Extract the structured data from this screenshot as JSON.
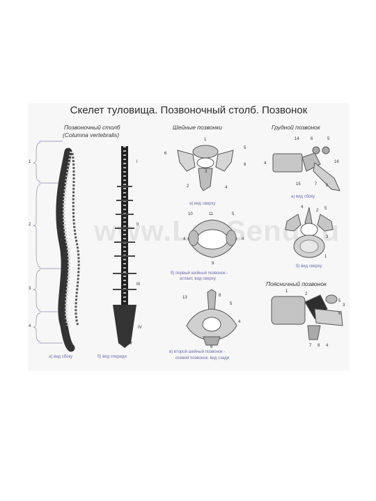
{
  "title": "Скелет туловища. Позвоночный столб. Позвонок",
  "sections": {
    "column": {
      "heading": "Позвоночный столб",
      "latin": "(Columna vertebralis)"
    },
    "cervical": {
      "heading": "Шейные позвонки"
    },
    "thoracic": {
      "heading": "Грудной позвонок"
    },
    "lumbar": {
      "heading": "Поясничный позвонок"
    }
  },
  "captions": {
    "side_view": "а) вид сбоку",
    "front_view": "б) вид спереди",
    "cervical_top": "а) вид сверху",
    "atlas_line1": "б) первый шейный позвонок -",
    "atlas_line2": "атлант, вид сверху",
    "axis_line1": "в) второй шейный позвонок -",
    "axis_line2": "осевой позвонок, вид сзади",
    "thoracic_side": "а) вид сбоку",
    "thoracic_top": "б) вид сверху"
  },
  "region_numbers": [
    "1",
    "2",
    "3",
    "4"
  ],
  "roman": [
    "I",
    "II",
    "III",
    "IV",
    "V"
  ],
  "labels": {
    "cerv_a": [
      "1",
      "5",
      "6",
      "6",
      "3",
      "2",
      "4"
    ],
    "atlas": [
      "10",
      "11",
      "5",
      "4",
      "4",
      "9"
    ],
    "axis": [
      "13",
      "8",
      "5",
      "4",
      "8"
    ],
    "thor_a": [
      "14",
      "6",
      "5",
      "4",
      "16",
      "15",
      "7",
      "8"
    ],
    "thor_b": [
      "4",
      "2",
      "5",
      "3",
      "1"
    ],
    "lumb": [
      "1",
      "2",
      "3",
      "5",
      "6",
      "7",
      "8",
      "4"
    ]
  },
  "watermark": "www.LabSend.ru"
}
